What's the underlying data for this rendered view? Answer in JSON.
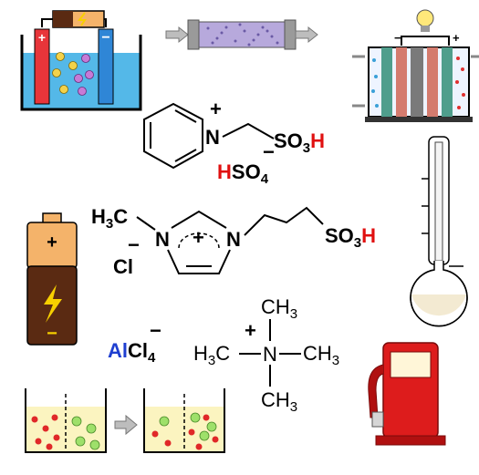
{
  "colors": {
    "red_h": "#e01010",
    "al_blue": "#1f3fd0",
    "water": "#54b8e8",
    "battery_top": "#f4b36a",
    "battery_bottom": "#5a2a12",
    "pump": "#dd1c1c",
    "bolt": "#f7d000"
  },
  "icons": [
    "electrolysis-cell-icon",
    "membrane-filter-icon",
    "fuel-cell-icon",
    "battery-icon",
    "distillation-flask-icon",
    "phase-transfer-beakers-icon",
    "fuel-pump-icon"
  ],
  "electrolysis": {
    "minus_sign": "−",
    "plus_sign": "+"
  },
  "fuel_cell": {
    "minus_sign": "−",
    "plus_sign": "+"
  },
  "pyridinium": {
    "charge": "+",
    "nitrogen": "N",
    "so3_s": "SO",
    "so3_sub": "3",
    "so3_h": "H",
    "anion_h": "H",
    "anion_so": "SO",
    "anion_sub": "4",
    "anion_charge": "−"
  },
  "imidazolium": {
    "methyl_h": "H",
    "methyl_sub": "3",
    "methyl_c": "C",
    "n1": "N",
    "n3": "N",
    "charge": "+",
    "so3_s": "SO",
    "so3_sub": "3",
    "so3_h": "H",
    "anion": "Cl",
    "anion_charge": "−"
  },
  "battery": {
    "plus_sign": "+",
    "minus_sign": "−"
  },
  "aluminate": {
    "al": "Al",
    "cl": "Cl",
    "sub": "4",
    "charge": "−"
  },
  "tetramethylammonium": {
    "top_ch": "CH",
    "top_sub": "3",
    "left_h": "H",
    "left_sub": "3",
    "left_c": "C",
    "n": "N",
    "right_ch": "CH",
    "right_sub": "3",
    "bottom_ch": "CH",
    "bottom_sub": "3",
    "charge": "+"
  }
}
